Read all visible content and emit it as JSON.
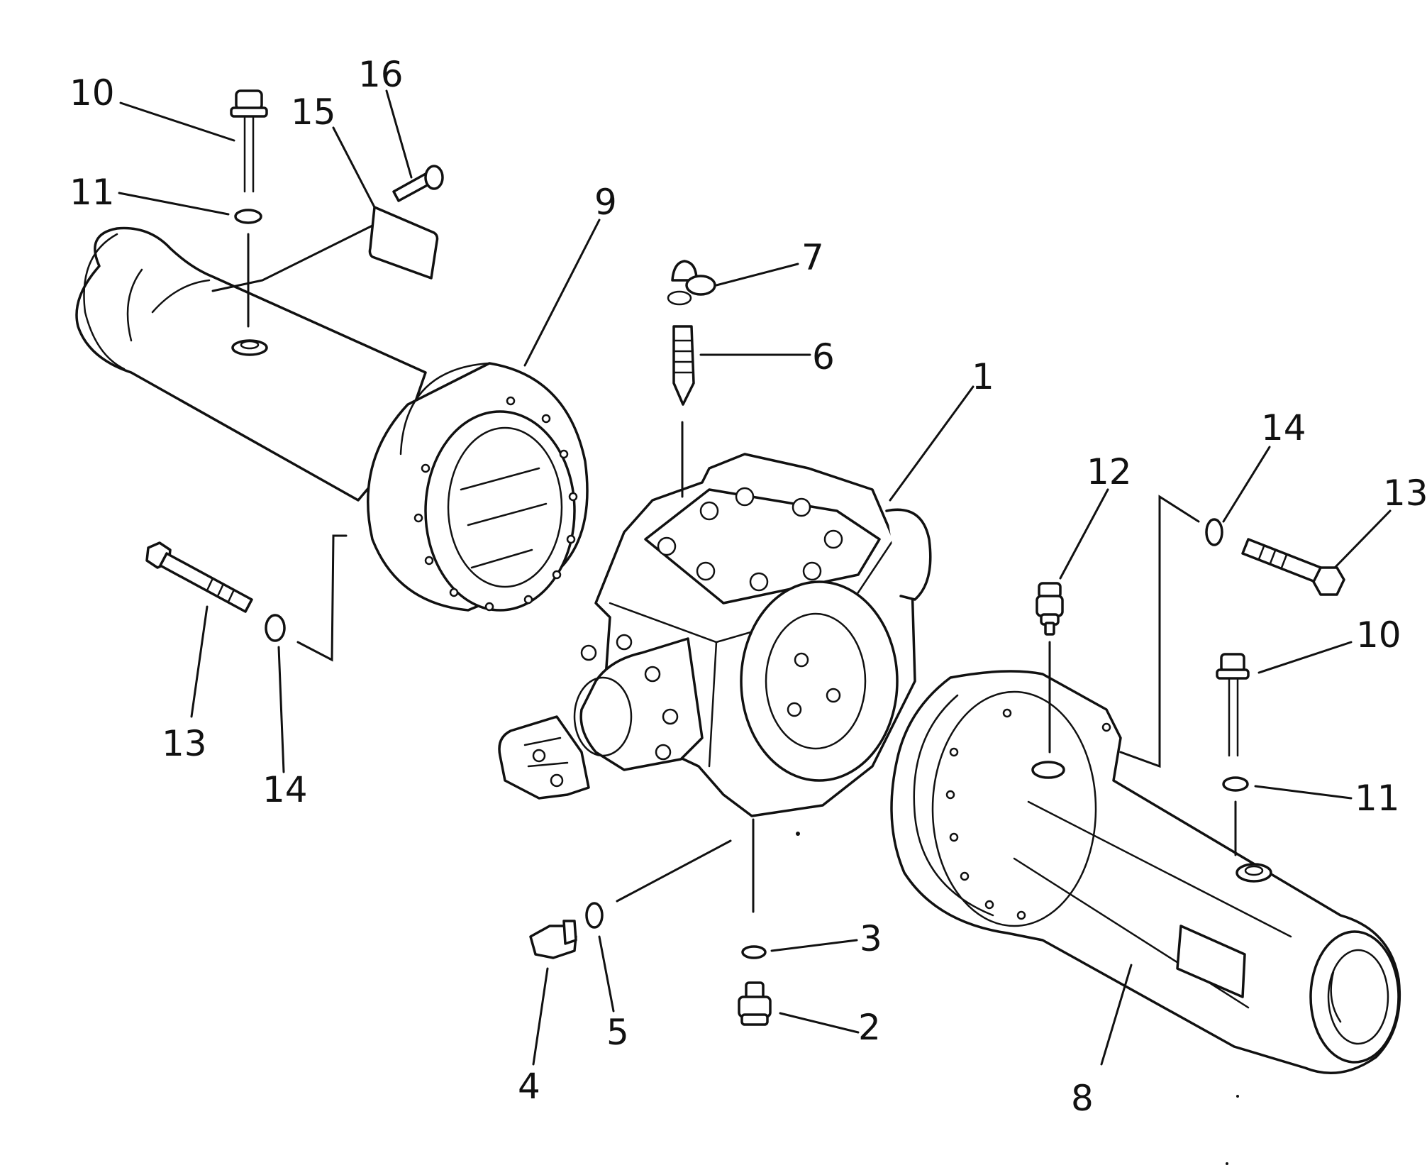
{
  "diagram": {
    "callouts": {
      "c1": "1",
      "c2": "2",
      "c3": "3",
      "c4": "4",
      "c5": "5",
      "c6": "6",
      "c7": "7",
      "c8": "8",
      "c9": "9",
      "c10_left": "10",
      "c10_right": "10",
      "c11_left": "11",
      "c11_right": "11",
      "c12": "12",
      "c13_left": "13",
      "c13_right": "13",
      "c14_left": "14",
      "c14_right": "14",
      "c15": "15",
      "c16": "16"
    },
    "colors": {
      "line": "#111111",
      "background": "#ffffff"
    }
  }
}
